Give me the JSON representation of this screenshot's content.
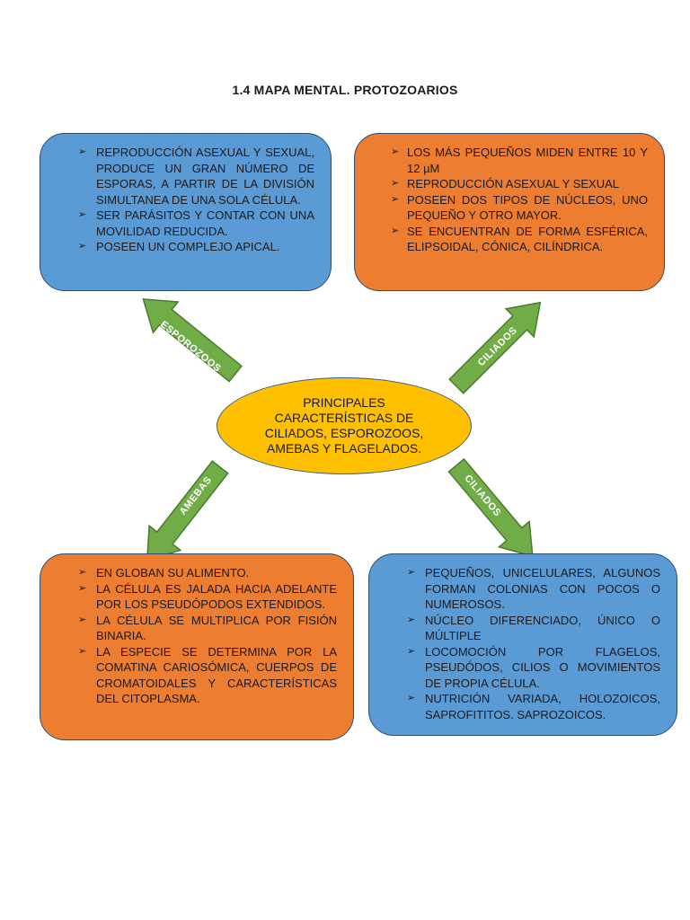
{
  "title": "1.4 MAPA MENTAL. PROTOZOARIOS",
  "center_text": "PRINCIPALES CARACTERÍSTICAS DE CILIADOS, ESPOROZOOS, AMEBAS Y FLAGELADOS.",
  "bullet_glyph": "➢",
  "colors": {
    "blue": "#5b9bd5",
    "orange": "#ed7d31",
    "yellow": "#ffc000",
    "arrow": "#70ad47"
  },
  "arrows": {
    "top_left": "ESPOROZOOS",
    "top_right": "CILIADOS",
    "bottom_left": "AMEBAS",
    "bottom_right": "CILIADOS"
  },
  "boxes": {
    "top_left": {
      "items": [
        "REPRODUCCIÓN ASEXUAL Y SEXUAL, PRODUCE UN GRAN NÚMERO DE ESPORAS, A PARTIR DE LA DIVISIÓN SIMULTANEA DE UNA SOLA CÉLULA.",
        "SER PARÁSITOS Y CONTAR CON UNA MOVILIDAD REDUCIDA.",
        "POSEEN UN COMPLEJO APICAL."
      ]
    },
    "top_right": {
      "items": [
        "LOS MÁS PEQUEÑOS MIDEN ENTRE 10 Y 12 µM",
        "REPRODUCCIÓN ASEXUAL Y SEXUAL",
        "POSEEN DOS TIPOS DE NÚCLEOS, UNO PEQUEÑO Y OTRO MAYOR.",
        "SE ENCUENTRAN DE FORMA ESFÉRICA, ELIPSOIDAL, CÓNICA, CILÍNDRICA."
      ]
    },
    "bottom_left": {
      "items": [
        "EN GLOBAN SU ALIMENTO.",
        "LA CÉLULA ES JALADA HACIA ADELANTE POR LOS PSEUDÓPODOS EXTENDIDOS.",
        "LA CÉLULA SE MULTIPLICA POR FISIÓN BINARIA.",
        "LA ESPECIE SE DETERMINA POR LA COMATINA CARIOSÓMICA, CUERPOS DE CROMATOIDALES Y CARACTERÍSTICAS DEL CITOPLASMA."
      ]
    },
    "bottom_right": {
      "items": [
        "PEQUEÑOS, UNICELULARES, ALGUNOS FORMAN COLONIAS CON POCOS O NUMEROSOS.",
        "NÚCLEO DIFERENCIADO, ÚNICO O MÚLTIPLE",
        "LOCOMOCIÓN POR FLAGELOS, PSEUDÓDOS, CILIOS O MOVIMIENTOS DE PROPIA CÉLULA.",
        "NUTRICIÓN VARIADA, HOLOZOICOS, SAPROFITITOS. SAPROZOICOS."
      ]
    }
  }
}
